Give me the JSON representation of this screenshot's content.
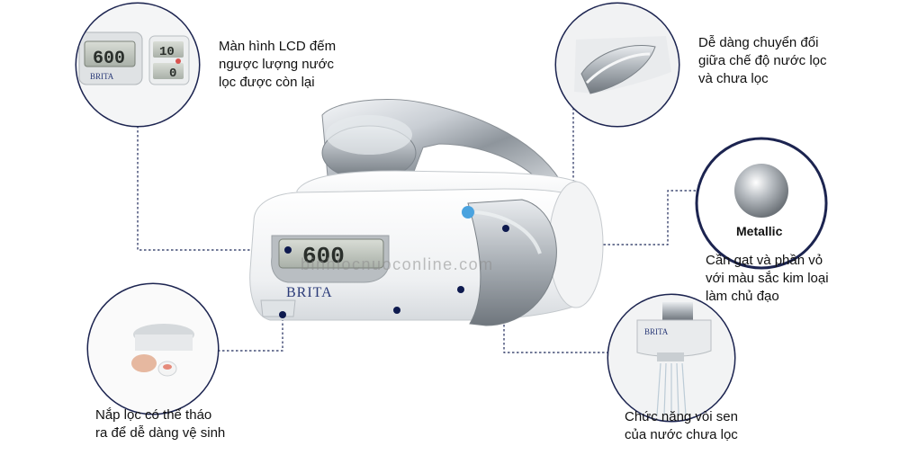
{
  "callouts": [
    {
      "id": "lcd",
      "lines": [
        "Màn hình LCD đếm",
        "ngược lượng nước",
        "lọc được còn lại"
      ]
    },
    {
      "id": "switch",
      "lines": [
        "Dễ dàng chuyển đổi",
        "giữa chế độ nước lọc",
        "và chưa lọc"
      ]
    },
    {
      "id": "metallic",
      "lines": [
        "Cần gạt và phần vỏ",
        "với màu sắc kim loại",
        "làm chủ đạo"
      ]
    },
    {
      "id": "cap",
      "lines": [
        "Nắp lọc có thể tháo",
        "ra để dễ dàng vệ sinh"
      ]
    },
    {
      "id": "shower",
      "lines": [
        "Chức năng vòi sen",
        "của nước chưa lọc"
      ]
    }
  ],
  "metallic_label": "Metallic",
  "watermark": "binhlocnuoconline.com",
  "device": {
    "brand": "BRITA",
    "lcd_value": "600",
    "inset_lcd_value": "600",
    "inset_counter_top": "10",
    "inset_counter_bottom": "0"
  },
  "colors": {
    "connector": "#1e2a5a",
    "circle_border": "#1c2450",
    "dot": "#0e1a4f"
  }
}
